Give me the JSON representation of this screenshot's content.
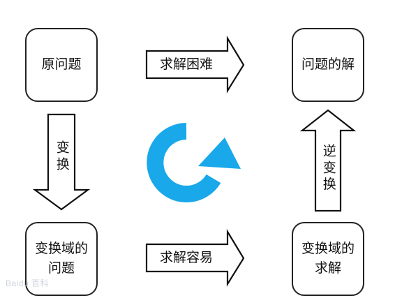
{
  "boxes": {
    "original_problem": "原问题",
    "problem_solution": "问题的解",
    "transformed_problem": "变换域的\n问题",
    "transformed_solution": "变换域的\n求解"
  },
  "arrows": {
    "top_horizontal": "求解困难",
    "bottom_horizontal": "求解容易",
    "left_vertical": "变换",
    "right_vertical": "逆变换"
  },
  "watermark": {
    "text": "Baidu 百科"
  },
  "colors": {
    "cycle_arrow": "#19a8ea",
    "box_border": "#222222",
    "arrow_border": "#111111",
    "text": "#111111"
  },
  "icons": {
    "center": "clockwise-cycle-icon"
  }
}
